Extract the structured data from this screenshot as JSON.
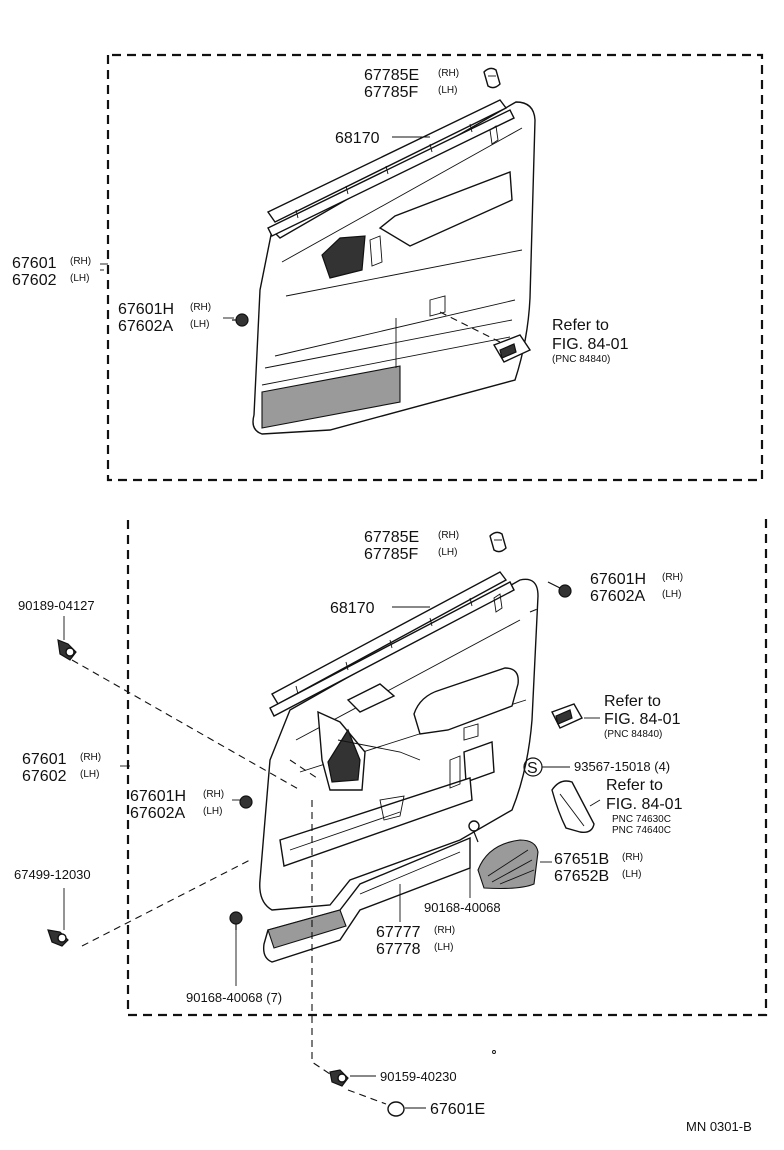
{
  "upper": {
    "clip": {
      "pn_rh": "67785E",
      "pn_lh": "67785F",
      "tag_rh": "(RH)",
      "tag_lh": "(LH)"
    },
    "weatherstrip": {
      "pn": "68170"
    },
    "board": {
      "pn_rh": "67601",
      "pn_lh": "67602",
      "tag_rh": "(RH)",
      "tag_lh": "(LH)"
    },
    "fastener": {
      "pn_rh": "67601H",
      "pn_lh": "67602A",
      "tag_rh": "(RH)",
      "tag_lh": "(LH)"
    },
    "ref": {
      "line1": "Refer to",
      "line2": "FIG. 84-01",
      "line3": "(PNC 84840)"
    }
  },
  "lower": {
    "clip": {
      "pn_rh": "67785E",
      "pn_lh": "67785F",
      "tag_rh": "(RH)",
      "tag_lh": "(LH)"
    },
    "weatherstrip": {
      "pn": "68170"
    },
    "fastener_top": {
      "pn_rh": "67601H",
      "pn_lh": "67602A",
      "tag_rh": "(RH)",
      "tag_lh": "(LH)"
    },
    "clip_left": {
      "pn": "90189-04127"
    },
    "ref1": {
      "line1": "Refer to",
      "line2": "FIG. 84-01",
      "line3": "(PNC 84840)"
    },
    "board": {
      "pn_rh": "67601",
      "pn_lh": "67602",
      "tag_rh": "(RH)",
      "tag_lh": "(LH)"
    },
    "screw_s": {
      "symbol": "S",
      "pn": "93567-15018 (4)"
    },
    "ref2": {
      "line1": "Refer to",
      "line2": "FIG. 84-01",
      "line3": "PNC 74630C",
      "line4": "PNC 74640C"
    },
    "fastener_mid": {
      "pn_rh": "67601H",
      "pn_lh": "67602A",
      "tag_rh": "(RH)",
      "tag_lh": "(LH)"
    },
    "grille": {
      "pn_rh": "67651B",
      "pn_lh": "67652B",
      "tag_rh": "(RH)",
      "tag_lh": "(LH)"
    },
    "clip_bottom_left": {
      "pn": "67499-12030"
    },
    "screw_mid": {
      "pn": "90168-40068"
    },
    "pocket": {
      "pn_rh": "67777",
      "pn_lh": "67778",
      "tag_rh": "(RH)",
      "tag_lh": "(LH)"
    },
    "screw_bottom": {
      "pn": "90168-40068 (7)"
    }
  },
  "bottom": {
    "bolt": {
      "pn": "90159-40230"
    },
    "cap": {
      "pn": "67601E"
    }
  },
  "drawing_code": "MN  0301-B"
}
